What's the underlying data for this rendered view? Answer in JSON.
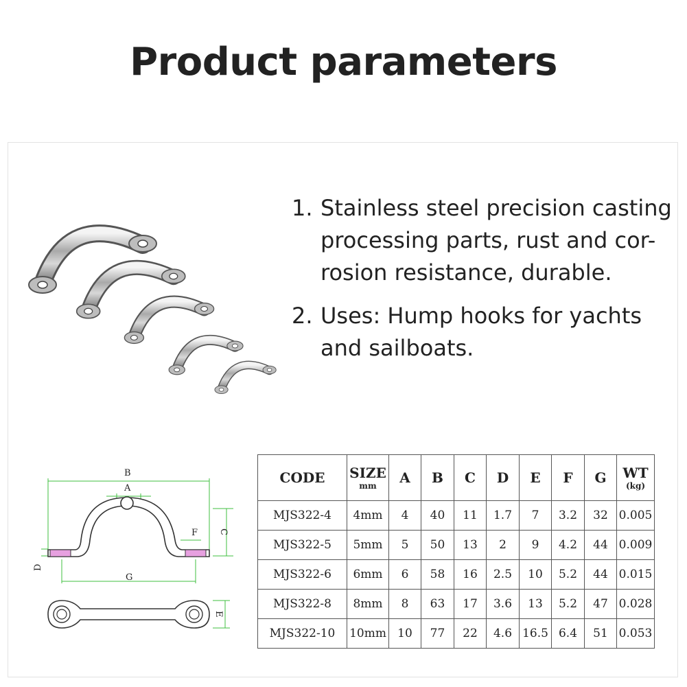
{
  "page": {
    "title": "Product parameters"
  },
  "features": [
    {
      "num": "1.",
      "text": "Stainless steel precision casting processing parts, rust and cor-rosion resistance, durable."
    },
    {
      "num": "2.",
      "text": "Uses: Hump hooks for yachts and sailboats."
    }
  ],
  "diagram": {
    "labels": {
      "a": "A",
      "b": "B",
      "c": "C",
      "d": "D",
      "e": "E",
      "f": "F",
      "g": "G"
    }
  },
  "spec_table": {
    "headers": [
      {
        "main": "CODE",
        "unit": ""
      },
      {
        "main": "SIZE",
        "unit": "mm"
      },
      {
        "main": "A",
        "unit": ""
      },
      {
        "main": "B",
        "unit": ""
      },
      {
        "main": "C",
        "unit": ""
      },
      {
        "main": "D",
        "unit": ""
      },
      {
        "main": "E",
        "unit": ""
      },
      {
        "main": "F",
        "unit": ""
      },
      {
        "main": "G",
        "unit": ""
      },
      {
        "main": "WT",
        "unit": "(kg)"
      }
    ],
    "rows": [
      [
        "MJS322-4",
        "4mm",
        "4",
        "40",
        "11",
        "1.7",
        "7",
        "3.2",
        "32",
        "0.005"
      ],
      [
        "MJS322-5",
        "5mm",
        "5",
        "50",
        "13",
        "2",
        "9",
        "4.2",
        "44",
        "0.009"
      ],
      [
        "MJS322-6",
        "6mm",
        "6",
        "58",
        "16",
        "2.5",
        "10",
        "5.2",
        "44",
        "0.015"
      ],
      [
        "MJS322-8",
        "8mm",
        "8",
        "63",
        "17",
        "3.6",
        "13",
        "5.2",
        "47",
        "0.028"
      ],
      [
        "MJS322-10",
        "10mm",
        "10",
        "77",
        "22",
        "4.6",
        "16.5",
        "6.4",
        "51",
        "0.053"
      ]
    ]
  }
}
